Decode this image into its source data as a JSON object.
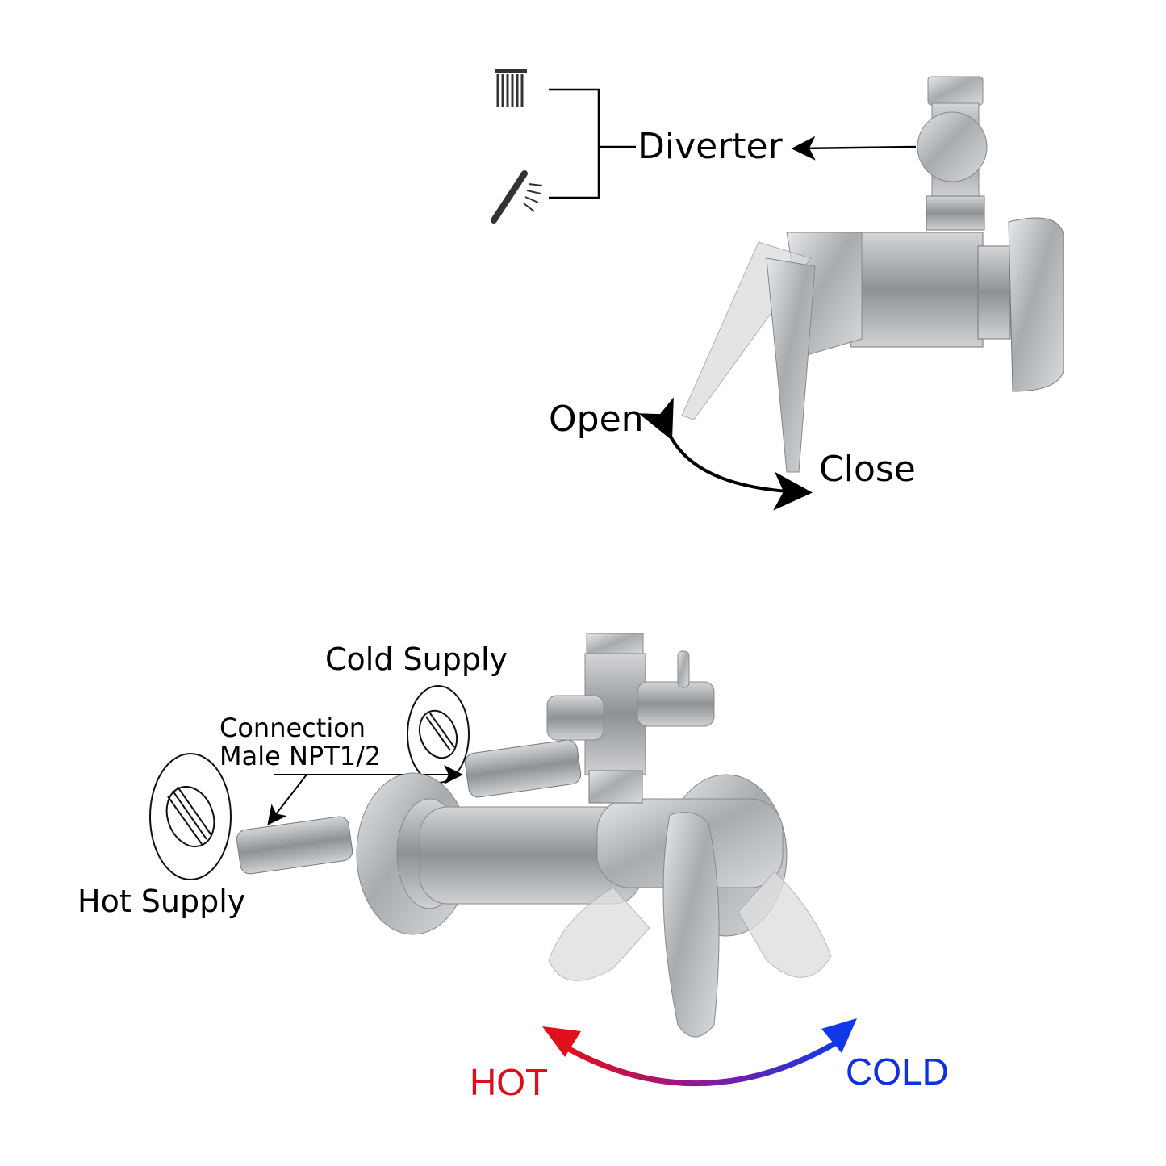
{
  "labels": {
    "diverter": "Diverter",
    "open": "Open",
    "close": "Close",
    "cold_supply": "Cold Supply",
    "connection_line1": "Connection",
    "connection_line2": "Male NPT1/2",
    "hot_supply": "Hot Supply",
    "hot": "HOT",
    "cold": "COLD"
  },
  "icons": [
    "rain-shower-head-icon",
    "hand-shower-icon"
  ],
  "colors": {
    "hot": "#d7101e",
    "cold": "#1030e0",
    "metal": "#b9bcbf",
    "text": "#000000"
  }
}
